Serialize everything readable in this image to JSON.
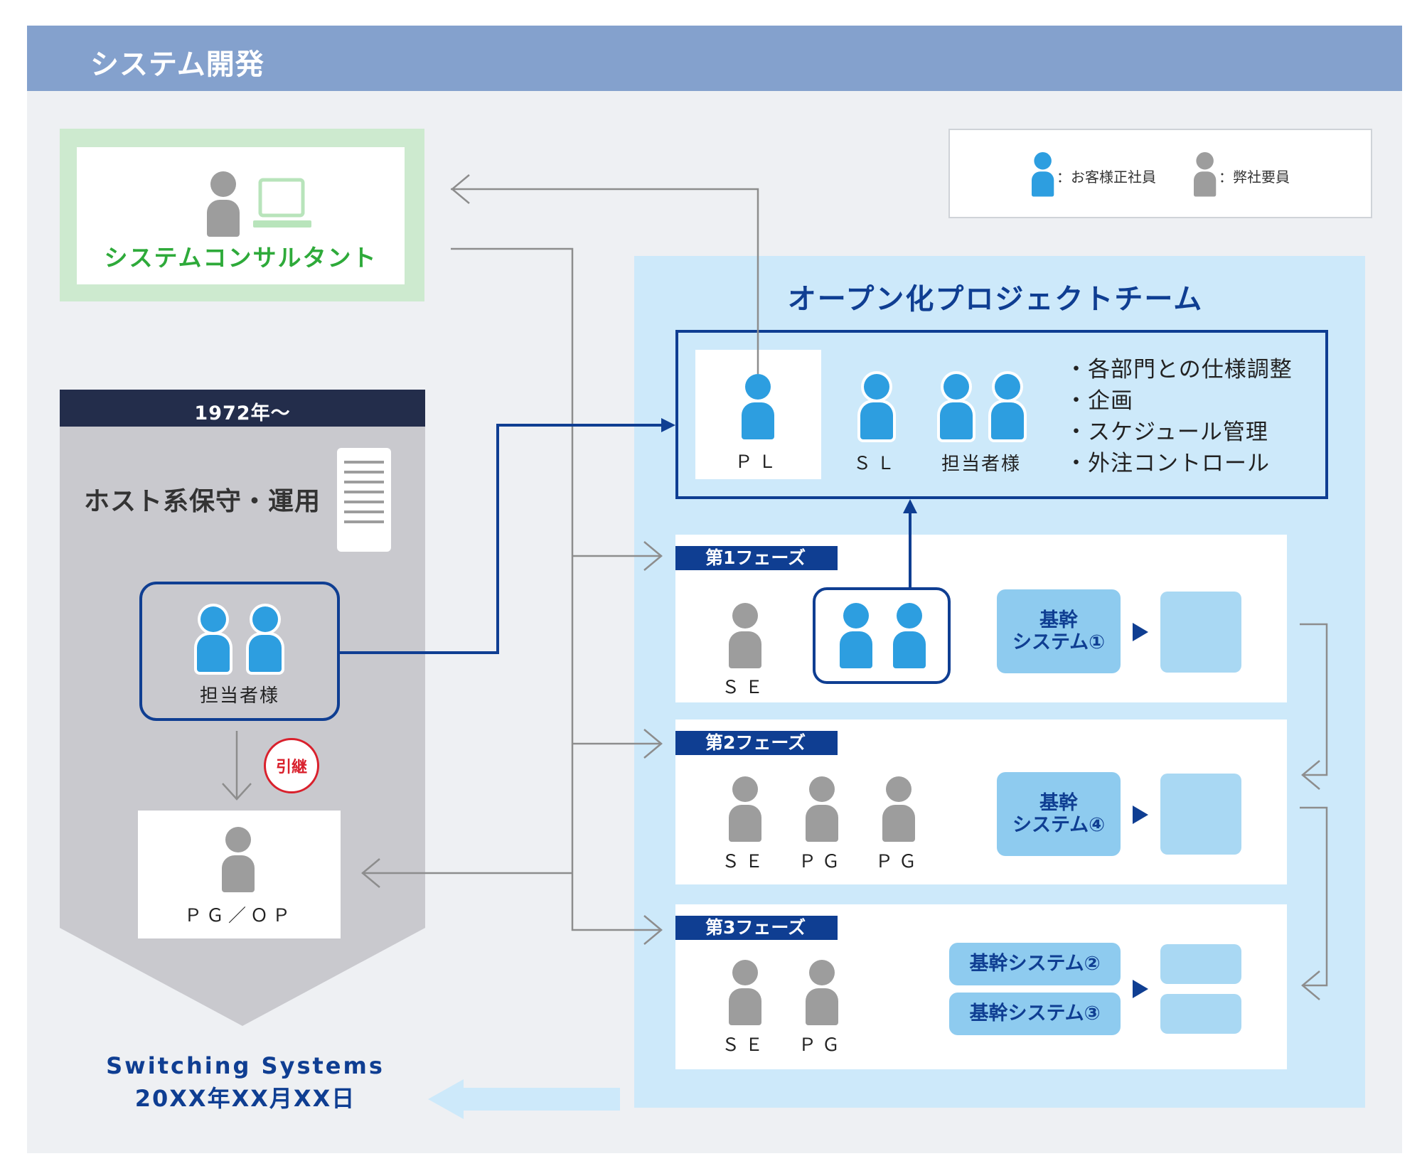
{
  "header": {
    "title": "システム開発"
  },
  "legend": {
    "customer": "：お客様正社員",
    "ours": "：弊社要員"
  },
  "consultant": {
    "label": "システムコンサルタント"
  },
  "host": {
    "period": "1972年～",
    "title": "ホスト系保守・運用",
    "staff_label": "担当者様",
    "handover_badge": "引継",
    "pgop_label": "ＰＧ／ＯＰ"
  },
  "team": {
    "title": "オープン化プロジェクトチーム",
    "pl_label": "ＰＬ",
    "sl_label": "ＳＬ",
    "staff_label": "担当者様",
    "tasks": [
      "・各部門との仕様調整",
      "・企画",
      "・スケジュール管理",
      "・外注コントロール"
    ]
  },
  "phases": [
    {
      "tag": "第1フェーズ",
      "roles": [
        "ＳＥ"
      ],
      "systems": [
        "基幹\nシステム①"
      ]
    },
    {
      "tag": "第2フェーズ",
      "roles": [
        "ＳＥ",
        "ＰＧ",
        "ＰＧ"
      ],
      "systems": [
        "基幹\nシステム④"
      ]
    },
    {
      "tag": "第3フェーズ",
      "roles": [
        "ＳＥ",
        "ＰＧ"
      ],
      "systems": [
        "基幹システム②",
        "基幹システム③"
      ]
    }
  ],
  "footer": {
    "line1": "Switching Systems",
    "line2": "20XX年XX月XX日"
  },
  "colors": {
    "header_bg": "#84a1cd",
    "navy": "#0f3e92",
    "customer_blue": "#2d9ee0",
    "staff_gray": "#9d9d9d",
    "consultant_green": "#2eaa3a",
    "team_bg": "#cde9fa"
  },
  "icons": {
    "person": "person-icon",
    "laptop": "laptop-icon",
    "document": "document-icon",
    "arrow": "arrow-icon"
  }
}
